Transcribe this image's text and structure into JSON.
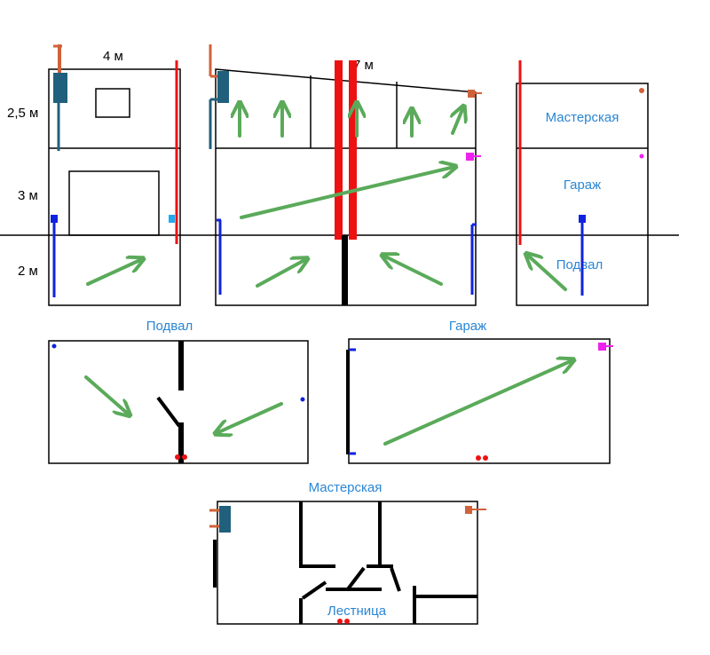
{
  "colors": {
    "airflow": "#5aaa5a",
    "hot_pipe": "#ee1111",
    "cold_pipe": "#1122dd",
    "label": "#2a86d4",
    "exhaust": "#d0623a",
    "heater": "#20607c",
    "vent": "#ee22ee",
    "light_blue": "#22aaee"
  },
  "icons": {
    "airflow": "arrow-icon",
    "exhaust": "exhaust-pipe-icon",
    "heater": "heater-icon",
    "vent": "vent-grille-icon"
  },
  "dimensions": {
    "width_left": "4 м",
    "width_mid": "7 м",
    "height_top": "2,5 м",
    "height_mid": "3 м",
    "height_bottom": "2 м"
  },
  "rooms": {
    "workshop": "Мастерская",
    "garage": "Гараж",
    "basement": "Подвал",
    "stairs": "Лестница"
  },
  "plans": {
    "basement_title": "Подвал",
    "garage_title": "Гараж",
    "workshop_title": "Мастерская"
  }
}
